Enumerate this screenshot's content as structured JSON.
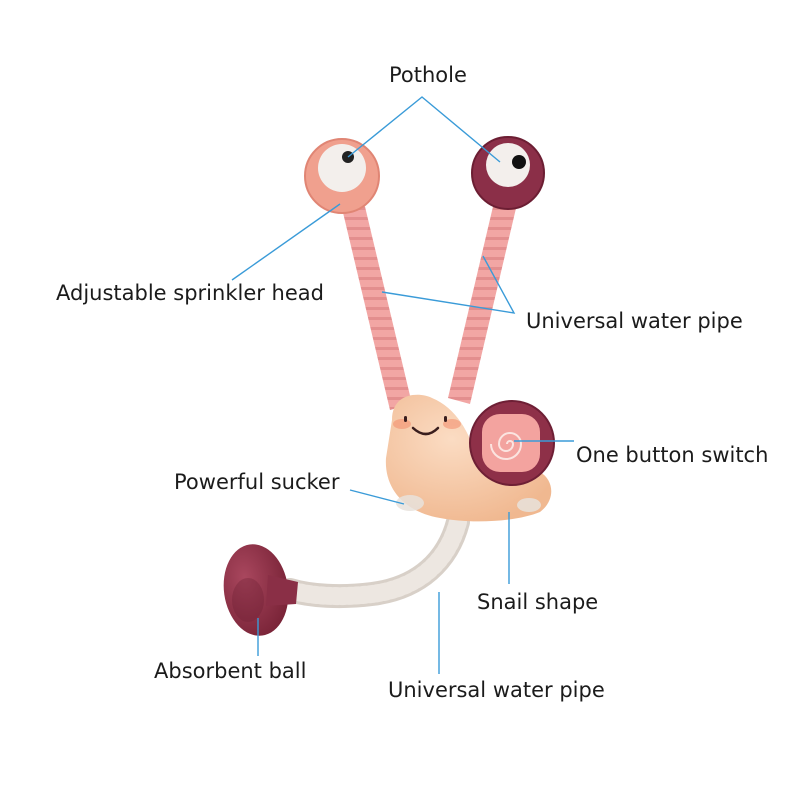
{
  "labels": {
    "pothole": "Pothole",
    "adjustable_sprinkler_head": "Adjustable sprinkler head",
    "universal_water_pipe_top": "Universal water pipe",
    "one_button_switch": "One button switch",
    "powerful_sucker": "Powerful sucker",
    "snail_shape": "Snail shape",
    "absorbent_ball": "Absorbent ball",
    "universal_water_pipe_bottom": "Universal water pipe"
  },
  "colors": {
    "leader_line": "#3a9bd8",
    "body_peach": "#f6c8a6",
    "shell_maroon": "#8e3048",
    "stalk_pink": "#f2a6a4",
    "hose_white": "#ece6e0"
  }
}
